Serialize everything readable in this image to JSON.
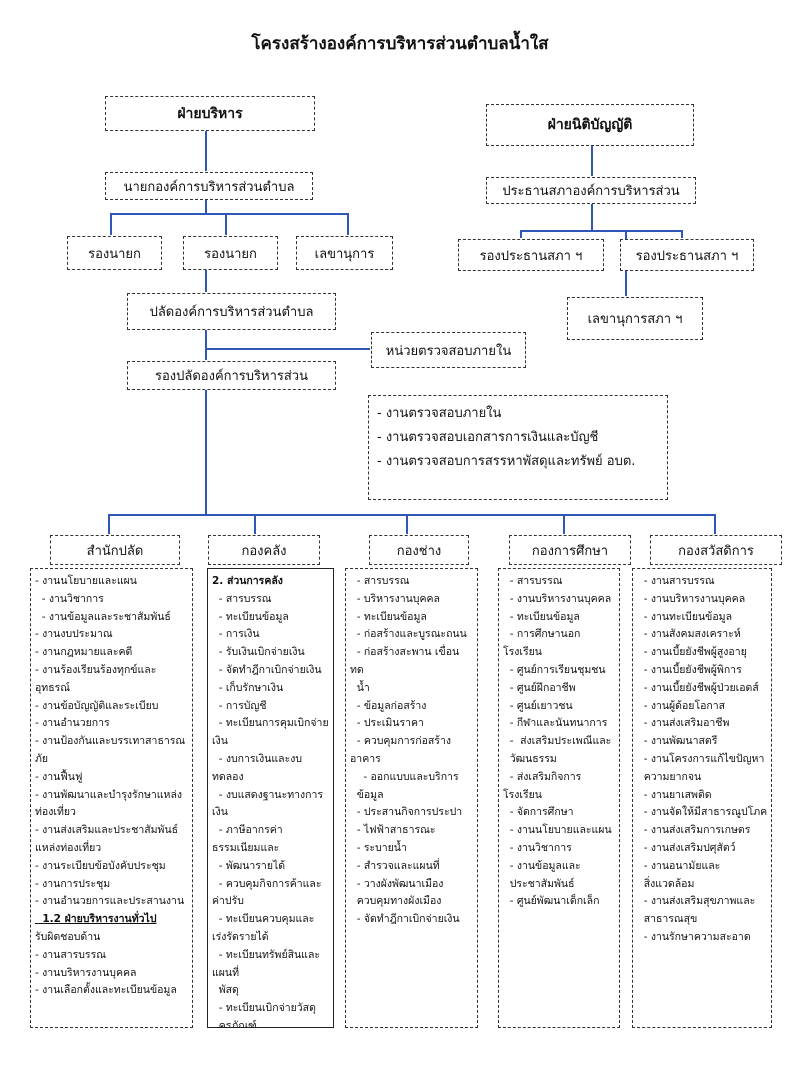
{
  "title": "โครงสร้างองค์การบริหารส่วนตำบลน้ำใส",
  "executive": {
    "heading": "ฝ่ายบริหาร",
    "mayor": "นายกองค์การบริหารส่วนตำบล",
    "deputy1": "รองนายก",
    "deputy2": "รองนายก",
    "secretary": "เลขานุการ",
    "chief_admin": "ปลัดองค์การบริหารส่วนตำบล",
    "deputy_chief": "รองปลัดองค์การบริหารส่วน",
    "internal_audit": "หน่วยตรวจสอบภายใน"
  },
  "legislative": {
    "heading": "ฝ่ายนิติบัญญัติ",
    "president": "ประธานสภาองค์การบริหารส่วน",
    "vice1": "รองประธานสภา ฯ",
    "vice2": "รองประธานสภา ฯ",
    "secretary": "เลขานุการสภา ฯ"
  },
  "audit_tasks": [
    "- งานตรวจสอบภายใน",
    "- งานตรวจสอบเอกสารการเงินและบัญชี",
    "- งานตรวจสอบการสรรหาพัสดุและทรัพย์ อบต."
  ],
  "departments": [
    {
      "name": "สำนักปลัด",
      "items": [
        "- งานนโยบายและแผน",
        "  - งานวิชาการ",
        "  - งานข้อมูลและระชาสัมพันธ์",
        "- งานงบประมาณ",
        "- งานกฎหมายและคดี",
        "- งานร้องเรียนร้องทุกข์และ",
        "อุทธรณ์",
        "- งานข้อบัญญัติและระเบียบ",
        "- งานอำนวยการ",
        "- งานป้องกันและบรรเทาสาธารณ",
        "ภัย",
        "- งานฟื้นฟู",
        "- งานพัฒนาและบำรุงรักษาแหล่ง",
        "ท่องเที่ยว",
        "- งานส่งเสริมและประชาสัมพันธ์",
        "แหล่งท่องเที่ยว",
        "- งานระเบียบข้อบังคับประชุม",
        "- งานการประชุม",
        "- งานอำนวยการและประสานงาน",
        "  1.2 ฝ่ายบริหารงานทั่วไป",
        "รับผิดชอบด้าน",
        "- งานสารบรรณ",
        "- งานบริหารงานบุคคล",
        "- งานเลือกตั้งและทะเบียนข้อมูล"
      ]
    },
    {
      "name": "กองคลัง",
      "items": [
        "2. ส่วนการคลัง",
        "  - สารบรรณ",
        "  - ทะเบียนข้อมูล",
        "  - การเงิน",
        "  - รับเงินเบิกจ่ายเงิน",
        "  - จัดทำฎีกาเบิกจ่ายเงิน",
        "  - เก็บรักษาเงิน",
        "  - การบัญชี",
        "  - ทะเบียนการคุมเบิกจ่ายเงิน",
        "  - งบการเงินและงบทดลอง",
        "  - งบแสดงฐานะทางการเงิน",
        "  - ภาษีอากรค่าธรรมเนียมและ",
        "  - พัฒนารายได้",
        "  - ควบคุมกิจการค้าและค่าปรับ",
        "  - ทะเบียนควบคุมและเร่งรัดรายได้",
        "  - ทะเบียนทรัพย์สินและแผนที่",
        "  พัสดุ",
        "  - ทะเบียนเบิกจ่ายวัสดุ",
        "  ครุภัณฑ์"
      ]
    },
    {
      "name": "กองช่าง",
      "items": [
        "  - สารบรรณ",
        "  - บริหารงานบุคคล",
        "  - ทะเบียนข้อมูล",
        "  - ก่อสร้างและบูรณะถนน",
        "  - ก่อสร้างสะพาน เขื่อน ทด",
        "  น้ำ",
        "  - ข้อมูลก่อสร้าง",
        "  - ประเมินราคา",
        "  - ควบคุมการก่อสร้างอาคาร",
        "    - ออกแบบและบริการ",
        "  ข้อมูล",
        "  - ประสานกิจการประปา",
        "  - ไฟฟ้าสาธารณะ",
        "  - ระบายน้ำ",
        "  - สำรวจและแผนที่",
        "  - วางผังพัฒนาเมือง",
        "  ควบคุมทางผังเมือง",
        "  - จัดทำฎีกาเบิกจ่ายเงิน"
      ]
    },
    {
      "name": "กองการศึกษา",
      "items": [
        "  - สารบรรณ",
        "  - งานบริหารงานบุคคล",
        "  - ทะเบียนข้อมูล",
        "  - การศึกษานอกโรงเรียน",
        "  - ศูนย์การเรียนชุมชน",
        "  - ศูนย์ฝึกอาชีพ",
        "  - ศูนย์เยาวชน",
        "  - กีฬาและนันทนาการ",
        "  -  ส่งเสริมประเพณีและ",
        "  วัฒนธรรม",
        "  - ส่งเสริมกิจการโรงเรียน",
        "  - จัดการศึกษา",
        "  - งานนโยบายและแผน",
        "  - งานวิชาการ",
        "  - งานข้อมูลและ",
        "  ประชาสัมพันธ์",
        "  - ศูนย์พัฒนาเด็กเล็ก"
      ]
    },
    {
      "name": "กองสวัสดิการ",
      "items": [
        "  - งานสารบรรณ",
        "  - งานบริหารงานบุคคล",
        "  - งานทะเบียนข้อมูล",
        "  - งานสังคมสงเคราะห์",
        "  - งานเบี้ยยังชีพผู้สูงอายุ",
        "  - งานเบี้ยยังชีพผู้พิการ",
        "  - งานเบี้ยยังชีพผู้ป่วยเอดส์",
        "  - งานผู้ด้อยโอกาส",
        "  - งานส่งเสริมอาชีพ",
        "  - งานพัฒนาสตรี",
        "  - งานโครงการแก้ไขปัญหา",
        "  ความยากจน",
        "  - งานยาเสพติด",
        "  - งานจัดให้มีสาธารณูปโภค",
        "  - งานส่งเสริมการเกษตร",
        "  - งานส่งเสริมปศุสัตว์",
        "  - งานอนามัยและ",
        "  สิ่งแวดล้อม",
        "  - งานส่งเสริมสุขภาพและ",
        "  สาธารณสุข",
        "  - งานรักษาความสะอาด"
      ]
    }
  ]
}
